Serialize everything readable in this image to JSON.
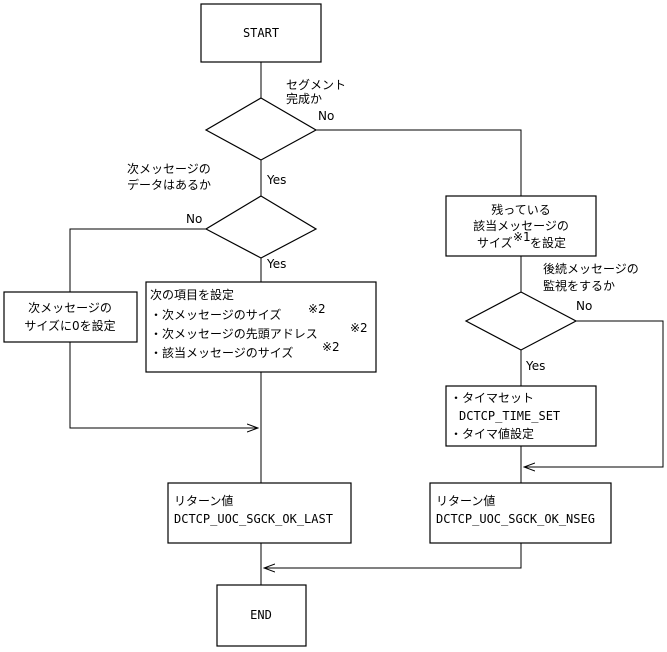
{
  "nodes": {
    "start": "START",
    "segment_label_1": "セグメント",
    "segment_label_2": "完成か",
    "segment_no": "No",
    "next_msg_label_1": "次メッセージの",
    "next_msg_label_2": "データはあるか",
    "next_msg_yes": "Yes",
    "next_msg_no": "No",
    "yes_below_next": "Yes",
    "zero_size_1": "次メッセージの",
    "zero_size_2": "サイズに0を設定",
    "set_items_title": "次の項目を設定",
    "set_items_1": "・次メッセージのサイズ",
    "set_items_2": "・次メッセージの先頭アドレス",
    "set_items_3": "・該当メッセージのサイズ",
    "note_mark_2": "※2",
    "remaining_1": "残っている",
    "remaining_2": "該当メッセージの",
    "remaining_3a": "サイズ",
    "note_mark_1": "※1",
    "remaining_3b": "を設定",
    "monitor_label_1": "後続メッセージの",
    "monitor_label_2": "監視をするか",
    "monitor_no": "No",
    "monitor_yes": "Yes",
    "timer_1": "・タイマセット",
    "timer_2": "DCTCP_TIME_SET",
    "timer_3": "・タイマ値設定",
    "return_last_1": "リターン値",
    "return_last_2": "DCTCP_UOC_SGCK_OK_LAST",
    "return_nseg_1": "リターン値",
    "return_nseg_2": "DCTCP_UOC_SGCK_OK_NSEG",
    "end": "END"
  }
}
